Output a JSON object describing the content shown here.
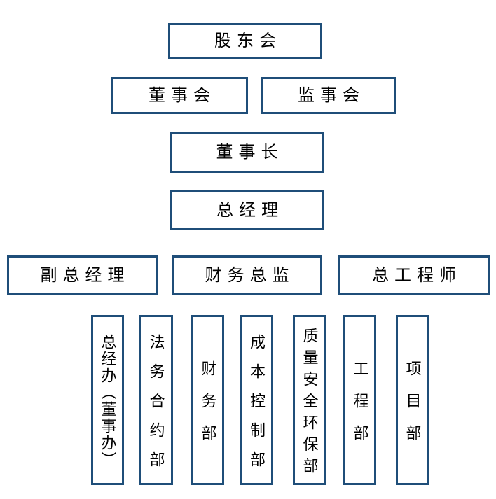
{
  "diagram": {
    "type": "org-chart",
    "background_color": "#ffffff",
    "box_border_color": "#1f4e79",
    "box_fill_color": "#ffffff",
    "text_color": "#000000",
    "hierarchy": [
      {
        "level": 1,
        "nodes": [
          "股东会"
        ]
      },
      {
        "level": 2,
        "nodes": [
          "董事会",
          "监事会"
        ]
      },
      {
        "level": 3,
        "nodes": [
          "董事长"
        ]
      },
      {
        "level": 4,
        "nodes": [
          "总经理"
        ]
      },
      {
        "level": 5,
        "nodes": [
          "副总经理",
          "财务总监",
          "总工程师"
        ]
      },
      {
        "level": 6,
        "nodes": [
          "总经办（董事办）",
          "法务合约部",
          "财务部",
          "成本控制部",
          "质量安全环保部",
          "工程部",
          "项目部"
        ]
      }
    ]
  },
  "nodes": {
    "shareholders": "股东会",
    "board_of_directors": "董事会",
    "supervisory_board": "监事会",
    "chairman": "董事长",
    "general_manager": "总经理",
    "deputy_general_manager": "副总经理",
    "finance_director": "财务总监",
    "chief_engineer": "总工程师",
    "gm_office": "总经办（董事办）",
    "legal_contract_dept": "法务合约部",
    "finance_dept": "财务部",
    "cost_control_dept": "成本控制部",
    "quality_safety_env_dept": "质量安全环保部",
    "engineering_dept": "工程部",
    "project_dept": "项目部"
  }
}
